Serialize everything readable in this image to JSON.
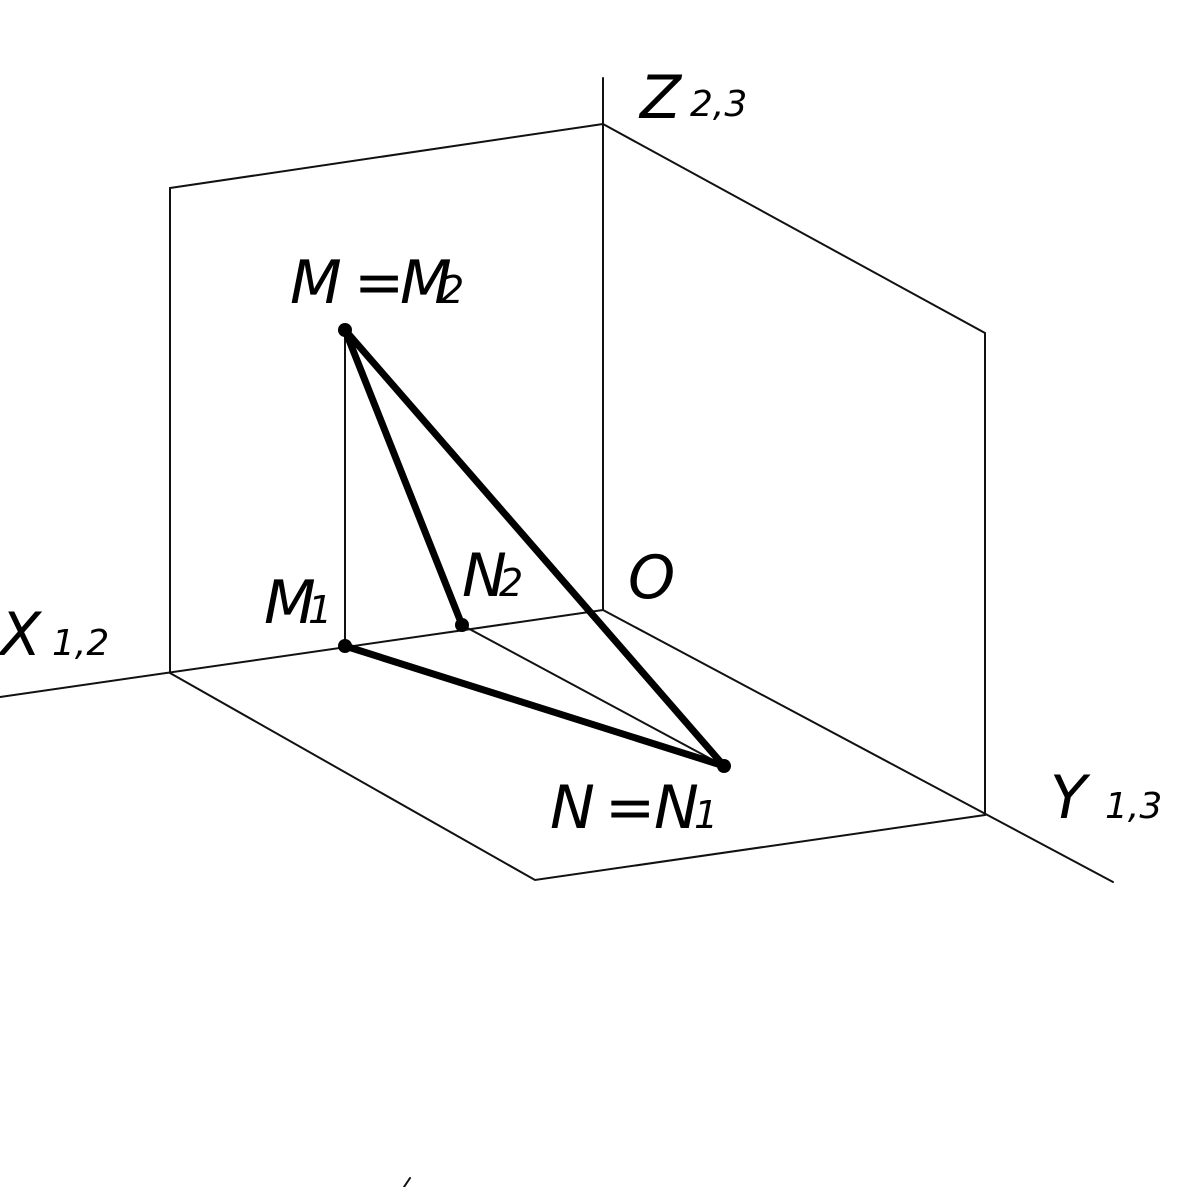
{
  "labels": {
    "z_axis": "Z",
    "z_axis_sub": "2,3",
    "x_axis": "X",
    "x_axis_sub": "1,2",
    "y_axis": "Y",
    "y_axis_sub": "1,3",
    "origin": "O",
    "m_full": "M",
    "m_eq": "=",
    "m_proj": "M",
    "m_proj_sub": "2",
    "m1": "M",
    "m1_sub": "1",
    "n2": "N",
    "n2_sub": "2",
    "n_full": "N",
    "n_eq": "=",
    "n_proj": "N",
    "n_proj_sub": "1"
  },
  "colors": {
    "line": "#000000",
    "background": "#ffffff"
  }
}
